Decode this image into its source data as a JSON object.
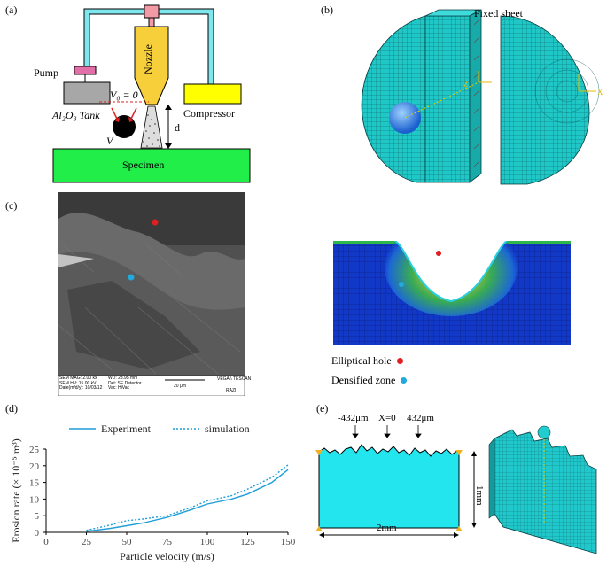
{
  "panel_a": {
    "label": "(a)",
    "pump": "Pump",
    "nozzle": "Nozzle",
    "tank": "Al₂O₃ Tank",
    "compressor": "Compressor",
    "v0": "V₀ = 0",
    "v": "V",
    "d": "d",
    "specimen": "Specimen"
  },
  "panel_b": {
    "label": "(b)",
    "fixed_sheet": "Fixed sheet"
  },
  "panel_c": {
    "label": "(c)",
    "sem_info": [
      "SEM MAG: 2.00 kx",
      "SEM HV: 15.00 kV",
      "Date(m/d/y): 10/03/12",
      "WD: 23.95 mm",
      "Det: SE Detector",
      "Vac: HiVac",
      "20 μm",
      "VEGA\\\\ TESCAN",
      "RAZI"
    ],
    "legend": [
      {
        "text": "Elliptical hole",
        "color": "#e02020"
      },
      {
        "text": "Densified zone",
        "color": "#22aadd"
      }
    ]
  },
  "panel_d": {
    "label": "(d)",
    "chart_data": {
      "type": "line",
      "xlabel": "Particle velocity (m/s)",
      "ylabel": "Erosion rate (× 10⁻⁵ m³)",
      "xlim": [
        0,
        150
      ],
      "ylim": [
        0,
        25
      ],
      "xticks": [
        "0",
        "25",
        "50",
        "75",
        "100",
        "125",
        "150"
      ],
      "yticks": [
        "0",
        "5",
        "10",
        "15",
        "20",
        "25"
      ],
      "series": [
        {
          "name": "Experiment",
          "style": "solid",
          "color": "#1f9ed9",
          "x": [
            25,
            40,
            50,
            60,
            75,
            90,
            100,
            115,
            125,
            140,
            150
          ],
          "y": [
            0.3,
            1.2,
            2.0,
            2.8,
            4.5,
            6.8,
            8.5,
            10.0,
            11.5,
            15.0,
            18.8
          ]
        },
        {
          "name": "simulation",
          "style": "dotted",
          "color": "#1f9ed9",
          "x": [
            25,
            40,
            50,
            60,
            75,
            90,
            100,
            115,
            125,
            140,
            150
          ],
          "y": [
            0.6,
            2.2,
            3.5,
            4.0,
            5.0,
            7.5,
            9.5,
            11.0,
            13.0,
            16.5,
            20.2
          ]
        }
      ]
    }
  },
  "panel_e": {
    "label": "(e)",
    "left_mark": "-432μm",
    "center_mark": "X=0",
    "right_mark": "432μm",
    "height": "1mm",
    "width": "2mm"
  }
}
